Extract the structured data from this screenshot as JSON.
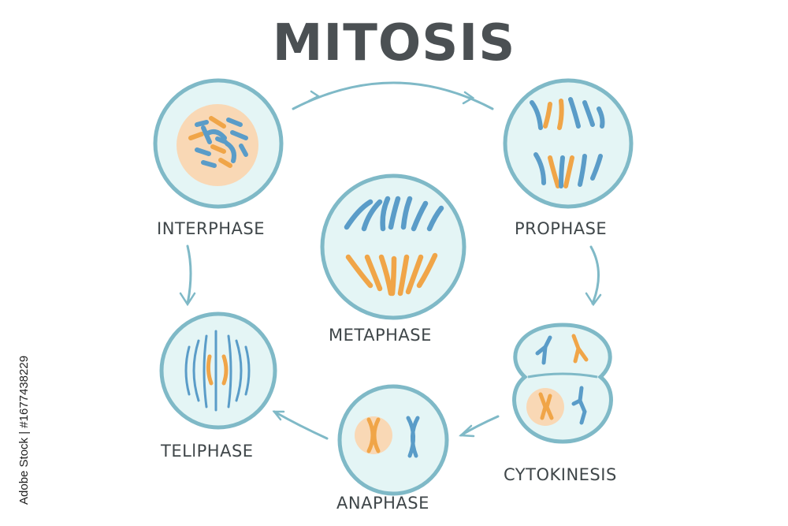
{
  "title": "MITOSIS",
  "stages": {
    "interphase": "INTERPHASE",
    "prophase": "PROPHASE",
    "metaphase": "METAPHASE",
    "telophase": "TELlPHASE",
    "cytokinesis": "CYTOKINESIS",
    "anaphase": "ANAPHASE"
  },
  "stock_id": "Adobe Stock | #1677438229",
  "colors": {
    "cell_fill": "#e4f5f5",
    "cell_border": "#7fb9c7",
    "chromosome_blue": "#5a9cc8",
    "chromosome_orange": "#f0a548",
    "nucleus_fill": "#f9d8b5",
    "arrow": "#7fb9c7",
    "text": "#3f4649"
  }
}
